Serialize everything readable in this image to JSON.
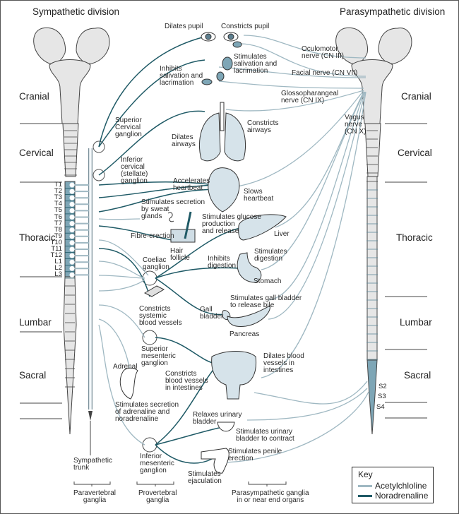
{
  "titles": {
    "sympathetic": "Sympathetic division",
    "parasympathetic": "Parasympathetic division"
  },
  "regions_left": [
    "Cranial",
    "Cervical",
    "Thoracic",
    "Lumbar",
    "Sacral"
  ],
  "regions_right": [
    "Cranial",
    "Cervical",
    "Thoracic",
    "Lumbar",
    "Sacral"
  ],
  "segments_left": [
    "T1",
    "T2",
    "T3",
    "T4",
    "T5",
    "T6",
    "T7",
    "T8",
    "T9",
    "T10",
    "T11",
    "T12",
    "L1",
    "L2",
    "L3"
  ],
  "segments_right": [
    "S2",
    "S3",
    "S4"
  ],
  "sympathetic_labels": {
    "dilates_pupil": "Dilates pupil",
    "inhibits_salivation": "Inhibits\nsalivation and\nlacrimation",
    "superior_cervical": "Superior\nCervical\nganglion",
    "inferior_cervical": "Inferior\ncervical\n(stellate)\nganglion",
    "dilates_airways": "Dilates\nairways",
    "accelerates_heartbeat": "Accelerates\nheartbeat",
    "sweat_glands": "Stimulates secretion\nby sweat\nglands",
    "glucose": "Stimulates glucose\nproduction\nand release",
    "fibre_erection": "Fibre-erection",
    "hair_follicle": "Hair\nfollicle",
    "coeliac_ganglion": "Coeliac\nganglion",
    "inhibits_digestion": "Inhibits\ndigestion",
    "constricts_systemic": "Constricts\nsystemic\nblood vessels",
    "gall_bladder": "Gall\nbladder",
    "superior_mesenteric": "Superior\nmesenteric\nganglion",
    "adrenal": "Adrenal",
    "constricts_intestines": "Constricts\nblood vessels\nin intestines",
    "adrenaline": "Stimulates secretion\nof adrenaline and\nnoradrenaline",
    "relaxes_bladder": "Relaxes urinary\nbladder",
    "inferior_mesenteric": "Inferior\nmesenteric\nganglion",
    "ejaculation": "Stimulates\nejaculation",
    "sympathetic_trunk": "Sympathetic\ntrunk"
  },
  "parasympathetic_labels": {
    "constricts_pupil": "Constricts pupil",
    "oculomotor": "Oculomotor\nnerve (CN III)",
    "stimulates_salivation": "Stimulates\nsalivation and\nlacrimation",
    "facial": "Facial nerve (CN VII)",
    "glossopharyngeal": "Glossopharangeal\nnerve (CN IX)",
    "vagus": "Vagus\nnerve\n(CN X)",
    "constricts_airways": "Constricts\nairways",
    "slows_heartbeat": "Slows\nheartbeat",
    "liver": "Liver",
    "stimulates_digestion": "Stimulates\ndigestion",
    "stomach": "Stomach",
    "gall_bladder_bile": "Stimulates gall bladder\nto release bile",
    "pancreas": "Pancreas",
    "dilates_intestines": "Dilates blood\nvessels in\nintestines",
    "bladder_contract": "Stimulates urinary\nbladder to contract",
    "penile_erection": "Stimulates penile\nerection"
  },
  "bottom_brackets": {
    "paravertebral": "Paravertebral\nganglia",
    "provertebral": "Provertebral\nganglia",
    "parasympathetic_ganglia": "Parasympathetic ganglia\nin or near end organs"
  },
  "key": {
    "title": "Key",
    "items": [
      {
        "label": "Acetylchloline",
        "color": "#9fb8c2"
      },
      {
        "label": "Noradrenaline",
        "color": "#1f5a66"
      }
    ]
  },
  "colors": {
    "ach": "#9fb8c2",
    "nor": "#1f5a66",
    "organ_fill": "#d6e3ea",
    "cord_fill": "#e6e6e6",
    "segment_fill": "#7ea6b6"
  }
}
